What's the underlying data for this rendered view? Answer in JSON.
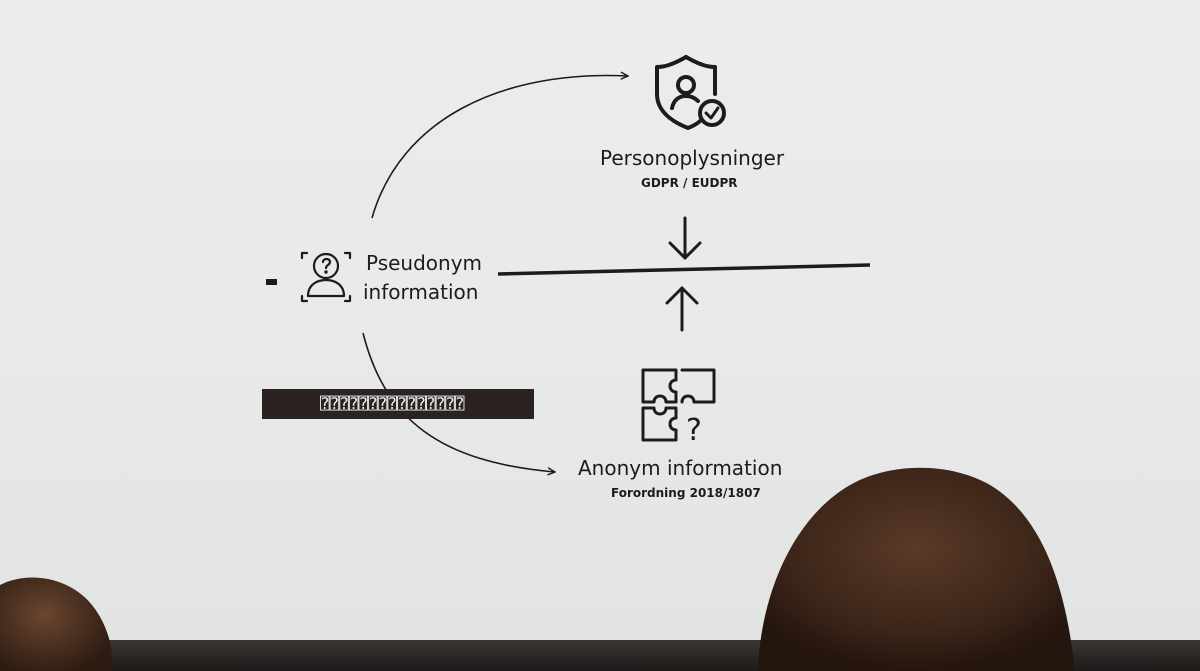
{
  "slide": {
    "pseudonym": {
      "label_line1": "Pseudonym",
      "label_line2": "information",
      "bullet": "-",
      "icon": "unknown-person-icon"
    },
    "personal_data": {
      "label": "Personoplysninger",
      "sublabel": "GDPR / EUDPR",
      "icon": "shield-person-check-icon"
    },
    "anonymous": {
      "label": "Anonym information",
      "sublabel": "Forordning 2018/1807",
      "icon": "puzzle-question-icon"
    },
    "redacted_bar": {
      "text": "⍰⍰⍰⍰⍰⍰⍰⍰⍰⍰⍰⍰⍰⍰⍰"
    }
  },
  "colors": {
    "screen": "#e8e9e9",
    "ink": "#1c1c1c",
    "bar": "#2b2321",
    "hair": "#3a2418"
  }
}
